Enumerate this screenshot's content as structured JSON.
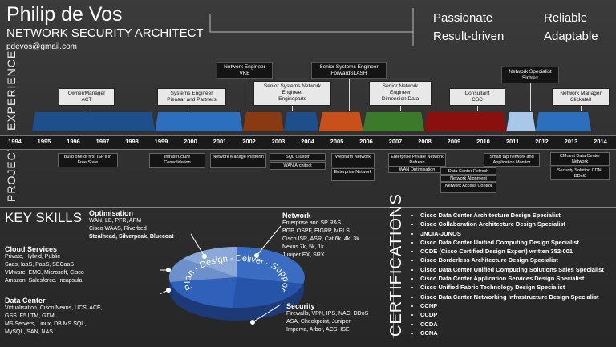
{
  "header": {
    "name": "Philip de Vos",
    "title": "NETWORK SECURITY ARCHITECT",
    "email": "pdevos@gmail.com",
    "traits": [
      "Passionate",
      "Result-driven",
      "Reliable",
      "Adaptable"
    ]
  },
  "sections": {
    "experience": "EXPERIENCE",
    "projects": "PROJECTS",
    "key_skills": "KEY SKILLS",
    "certifications": "CERTIFICATIONS"
  },
  "years": [
    "1994",
    "1995",
    "1996",
    "1997",
    "1998",
    "1999",
    "2000",
    "2001",
    "2002",
    "2003",
    "2004",
    "2005",
    "2006",
    "2007",
    "2008",
    "2009",
    "2010",
    "2011",
    "2012",
    "2013",
    "2014"
  ],
  "jobs": [
    {
      "role": "Owner/Manager",
      "company": "ACT"
    },
    {
      "role": "Systems Engineer",
      "company": "Pienaar and Partners"
    },
    {
      "role": "Network Engineer",
      "company": "VKE"
    },
    {
      "role": "Senior Systems Network Engineer",
      "company": "Engineparts"
    },
    {
      "role": "Senior Systems Engineer",
      "company": "ForwardSLASH"
    },
    {
      "role": "Senior Network Engineer",
      "company": "Dimension Data"
    },
    {
      "role": "Consultant",
      "company": "CSC"
    },
    {
      "role": "Network Specialist",
      "company": "Sintrex"
    },
    {
      "role": "Network Manager",
      "company": "Clickatell"
    }
  ],
  "timeline_colors": [
    "#1f4f8a",
    "#2c6fbf",
    "#8a3a12",
    "#1f4f8a",
    "#c8501a",
    "#3a7a2a",
    "#8a1010",
    "#a8c8ea",
    "#2c6fbf"
  ],
  "projects": [
    "Build one of first ISP's in Free State",
    "Infrastructure Consolidation",
    "Network Manage Platform",
    "SQL Cluster",
    "WAN Architect",
    "Webfarm Network",
    "Enterprise Network",
    "Enterprise Private Network Refresh",
    "WAN Optimisation",
    "Data Center Refresh",
    "Network Alignment",
    "Network Access Control",
    "Smart tap network and Application Monitor",
    "CMnext Data Center Network",
    "Security Solution CDN, DDoS"
  ],
  "skills": {
    "optimisation": {
      "title": "Optimisation",
      "lines": [
        "WAN, LB, PFR, APM",
        "Cisco WAAS, Riverbed",
        "Stealhead, Silverpeak. Bluecoat"
      ]
    },
    "cloud": {
      "title": "Cloud Services",
      "lines": [
        "Private, Hybrid, Public",
        "Saas, IaaS, PaaS, SECaaS",
        "VMware, EMC, Microsoft, Cisco",
        "Amazon, Salesforce. Incapsula"
      ]
    },
    "datacenter": {
      "title": "Data Center",
      "lines": [
        "Virtualisation, Cisco Nexus, UCS, ACE,",
        "GSS. F5 LTM, GTM.",
        "MS Servers, Linux, DB MS SQL,",
        "MySQL, SAN, NAS"
      ]
    },
    "network": {
      "title": "Network",
      "lines": [
        "Enterprise and SP R&S",
        "BGP, OSPF, EIGRP, MPLS",
        "Cisco ISR, ASR, Cat 6k, 4k, 3k",
        "Nexus 7k, 5k, 1k",
        "Juniper EX, SRX"
      ]
    },
    "security": {
      "title": "Security",
      "lines": [
        "Firewalls, VPN, IPS, NAC, DDoS",
        "ASA, Checkpoint, Juniper,",
        "Imperva, Arbor, ACS, ISE"
      ]
    },
    "pie_text": "Plan - Design - Deliver - Support"
  },
  "certifications": [
    "Cisco Data Center Architecture Design Specialist",
    "Cisco Collaboration Architecture Design Specialist",
    "JNCIA-JUNOS",
    "Cisco Data Center Unified Computing Design Specialist",
    "CCDE (Cisco Certified Design Expert) written 352-001",
    "Cisco Borderless Architecture Design Specialist",
    "Cisco Data Center Unified Computing Solutions Sales Specialist",
    "Cisco Data Center Application Services Design Specialist",
    "Cisco Unified Fabric Technology Design Specialist",
    "Cisco Data Center Networking Infrastructure Design Specialist",
    "CCNP",
    "CCDP",
    "CCDA",
    "CCNA"
  ]
}
